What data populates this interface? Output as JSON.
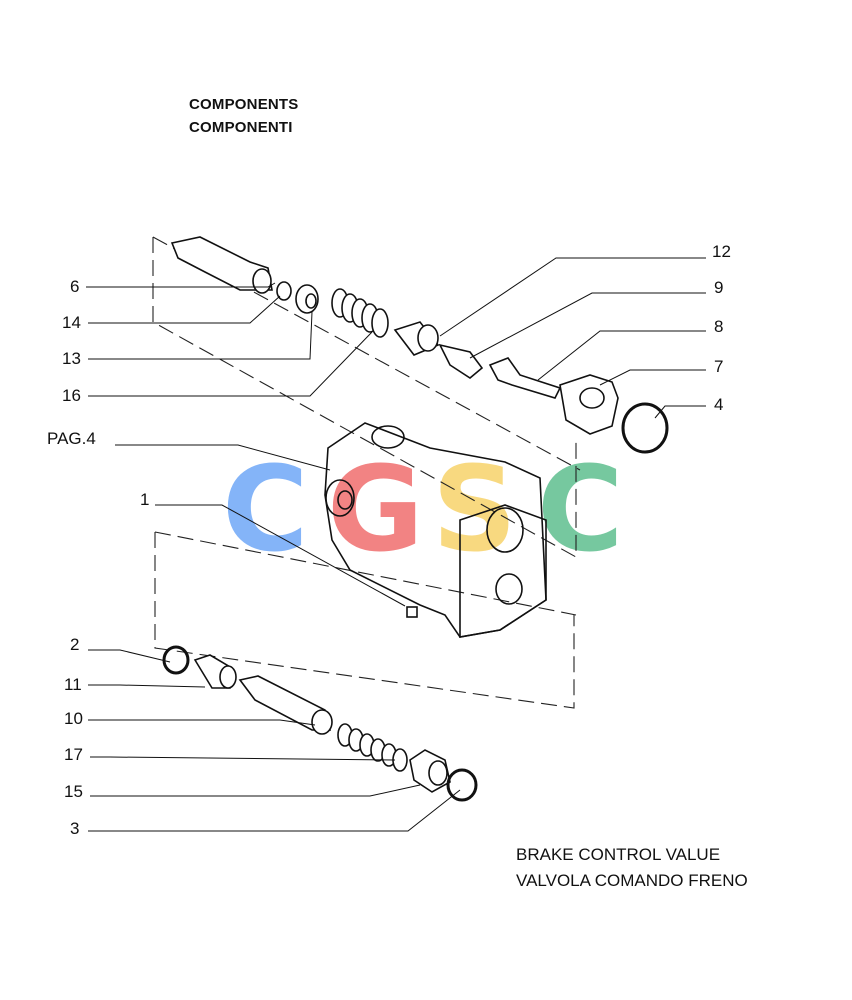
{
  "header": {
    "line1": "COMPONENTS",
    "line2": "COMPONENTI"
  },
  "caption": {
    "line1": "BRAKE CONTROL VALUE",
    "line2": "VALVOLA COMANDO FRENO"
  },
  "watermark": {
    "letters": [
      "C",
      "G",
      "S",
      "C"
    ],
    "colors": [
      "#6fa8f7",
      "#f06e6e",
      "#f7d36b",
      "#5fbf8f"
    ]
  },
  "callouts": {
    "c6": "6",
    "c14": "14",
    "c13": "13",
    "c16": "16",
    "c12": "12",
    "c9": "9",
    "c8": "8",
    "c7": "7",
    "c4": "4",
    "pag": "PAG.4",
    "c1": "1",
    "c2": "2",
    "c11": "11",
    "c10": "10",
    "c17": "17",
    "c15": "15",
    "c3": "3"
  }
}
